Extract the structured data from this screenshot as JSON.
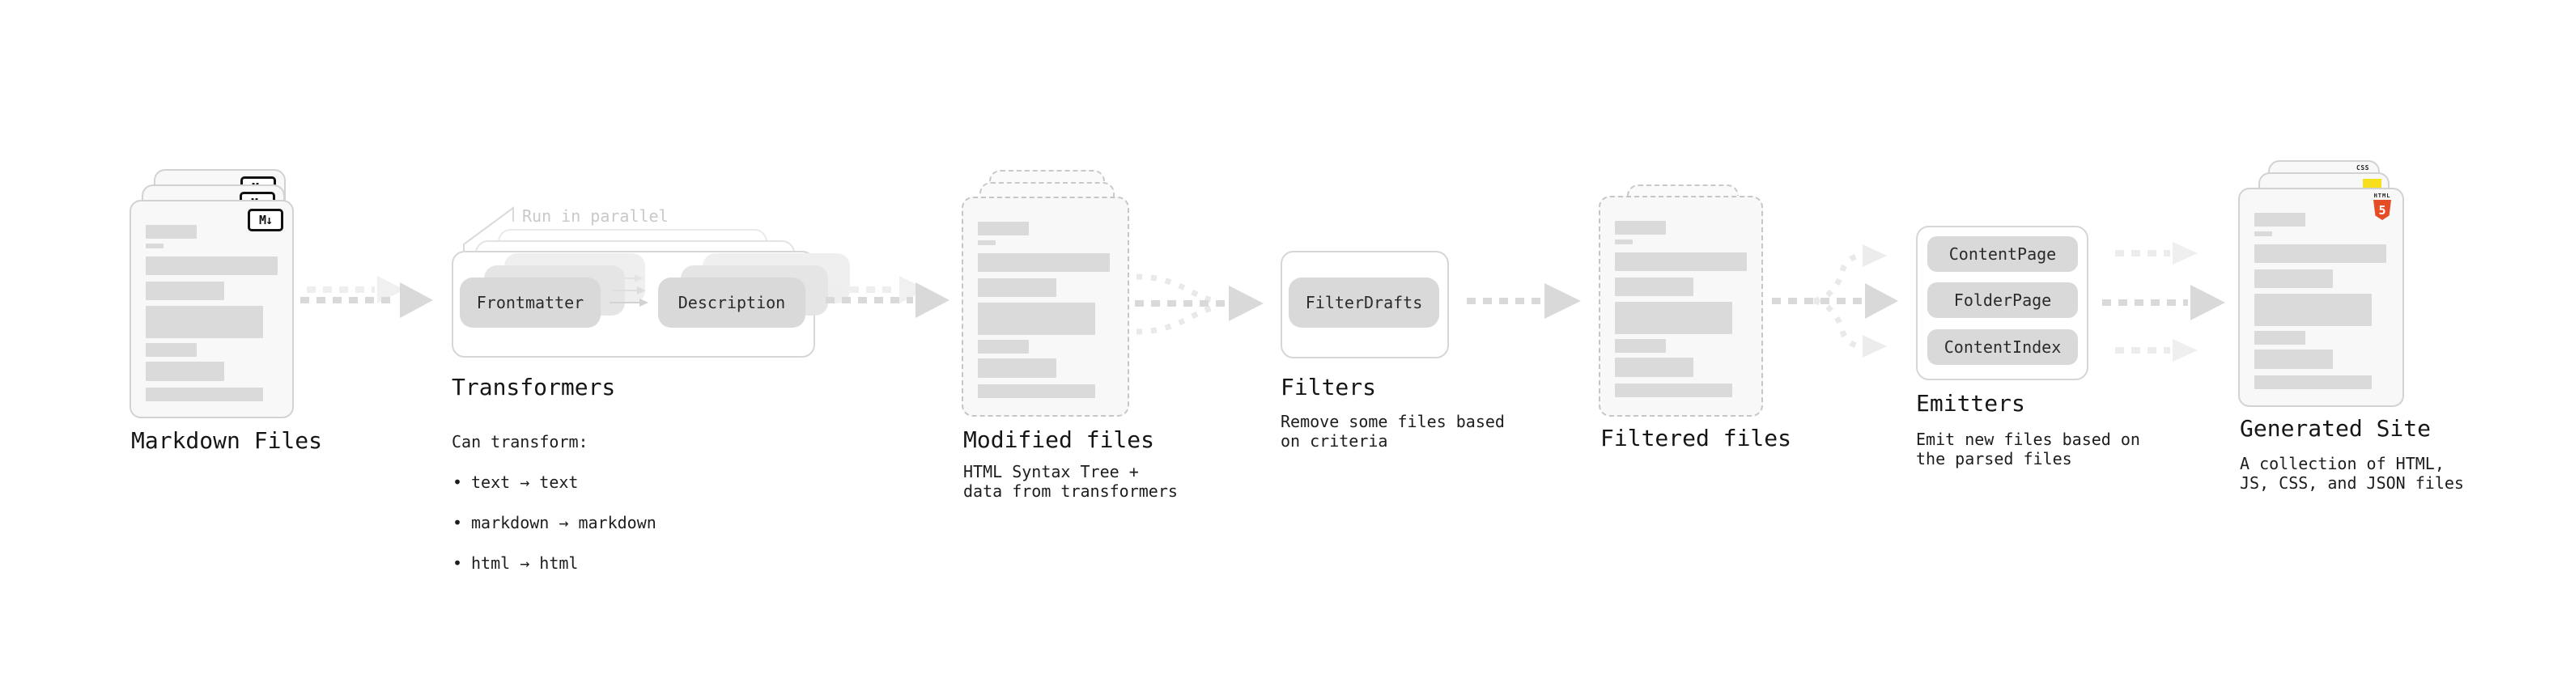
{
  "diagram": {
    "kind": "static-site-generator-pipeline"
  },
  "sections": {
    "markdown_files": {
      "title": "Markdown Files"
    },
    "transformers": {
      "title": "Transformers",
      "parallel_note": "Run in parallel",
      "pill_left": "Frontmatter",
      "pill_right": "Description",
      "caption_intro": "Can transform:",
      "bullet_glyph": "•",
      "bullets": [
        "text → text",
        "markdown → markdown",
        "html → html"
      ]
    },
    "modified_files": {
      "title": "Modified files",
      "caption": "HTML Syntax Tree +\ndata from transformers"
    },
    "filters": {
      "title": "Filters",
      "pill": "FilterDrafts",
      "caption": "Remove some files based\non criteria"
    },
    "filtered_files": {
      "title": "Filtered files"
    },
    "emitters": {
      "title": "Emitters",
      "pills": [
        "ContentPage",
        "FolderPage",
        "ContentIndex"
      ],
      "caption": "Emit new files based on\nthe parsed files"
    },
    "generated_site": {
      "title": "Generated Site",
      "caption": "A collection of HTML,\nJS, CSS, and JSON files"
    }
  },
  "badges": {
    "markdown": "M↓",
    "html5_word": "HTML",
    "html5_number": "5",
    "css_word": "CSS"
  },
  "colors": {
    "background": "#ffffff",
    "card_fill": "#f8f8f8",
    "card_border": "#d2d2d2",
    "dashed_border": "#c6c6c6",
    "skeleton_bar": "#dadada",
    "pill_fill": "#d9d9d9",
    "arrow_main": "#d9d9d9",
    "arrow_echo": "#eeeeee",
    "title_text": "#161616",
    "caption_text": "#1d1d1d",
    "note_text": "#c9c9c9",
    "html5_orange": "#e44d26",
    "js_yellow": "#f7df1e",
    "css_blue": "#2862e9"
  }
}
